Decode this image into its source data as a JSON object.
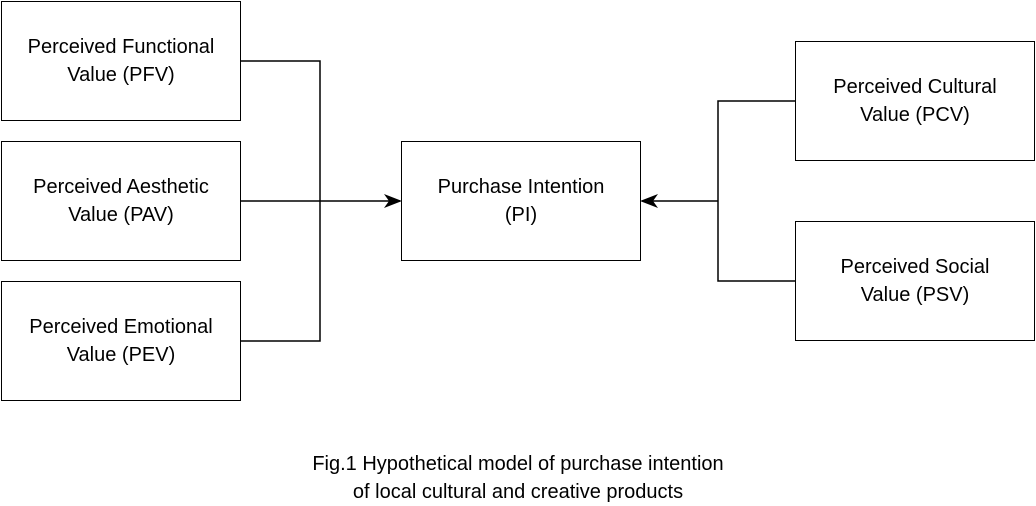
{
  "nodes": {
    "pfv": {
      "line1": "Perceived Functional",
      "line2": "Value (PFV)"
    },
    "pav": {
      "line1": "Perceived Aesthetic",
      "line2": "Value (PAV)"
    },
    "pev": {
      "line1": "Perceived Emotional",
      "line2": "Value (PEV)"
    },
    "pi": {
      "line1": "Purchase Intention",
      "line2": "(PI)"
    },
    "pcv": {
      "line1": "Perceived Cultural",
      "line2": "Value (PCV)"
    },
    "psv": {
      "line1": "Perceived Social",
      "line2": "Value (PSV)"
    }
  },
  "edges": [
    {
      "from": "pfv",
      "to": "pi"
    },
    {
      "from": "pav",
      "to": "pi"
    },
    {
      "from": "pev",
      "to": "pi"
    },
    {
      "from": "pcv",
      "to": "pi"
    },
    {
      "from": "psv",
      "to": "pi"
    }
  ],
  "caption": {
    "line1": "Fig.1 Hypothetical model of purchase intention",
    "line2": "of local cultural and creative products"
  }
}
